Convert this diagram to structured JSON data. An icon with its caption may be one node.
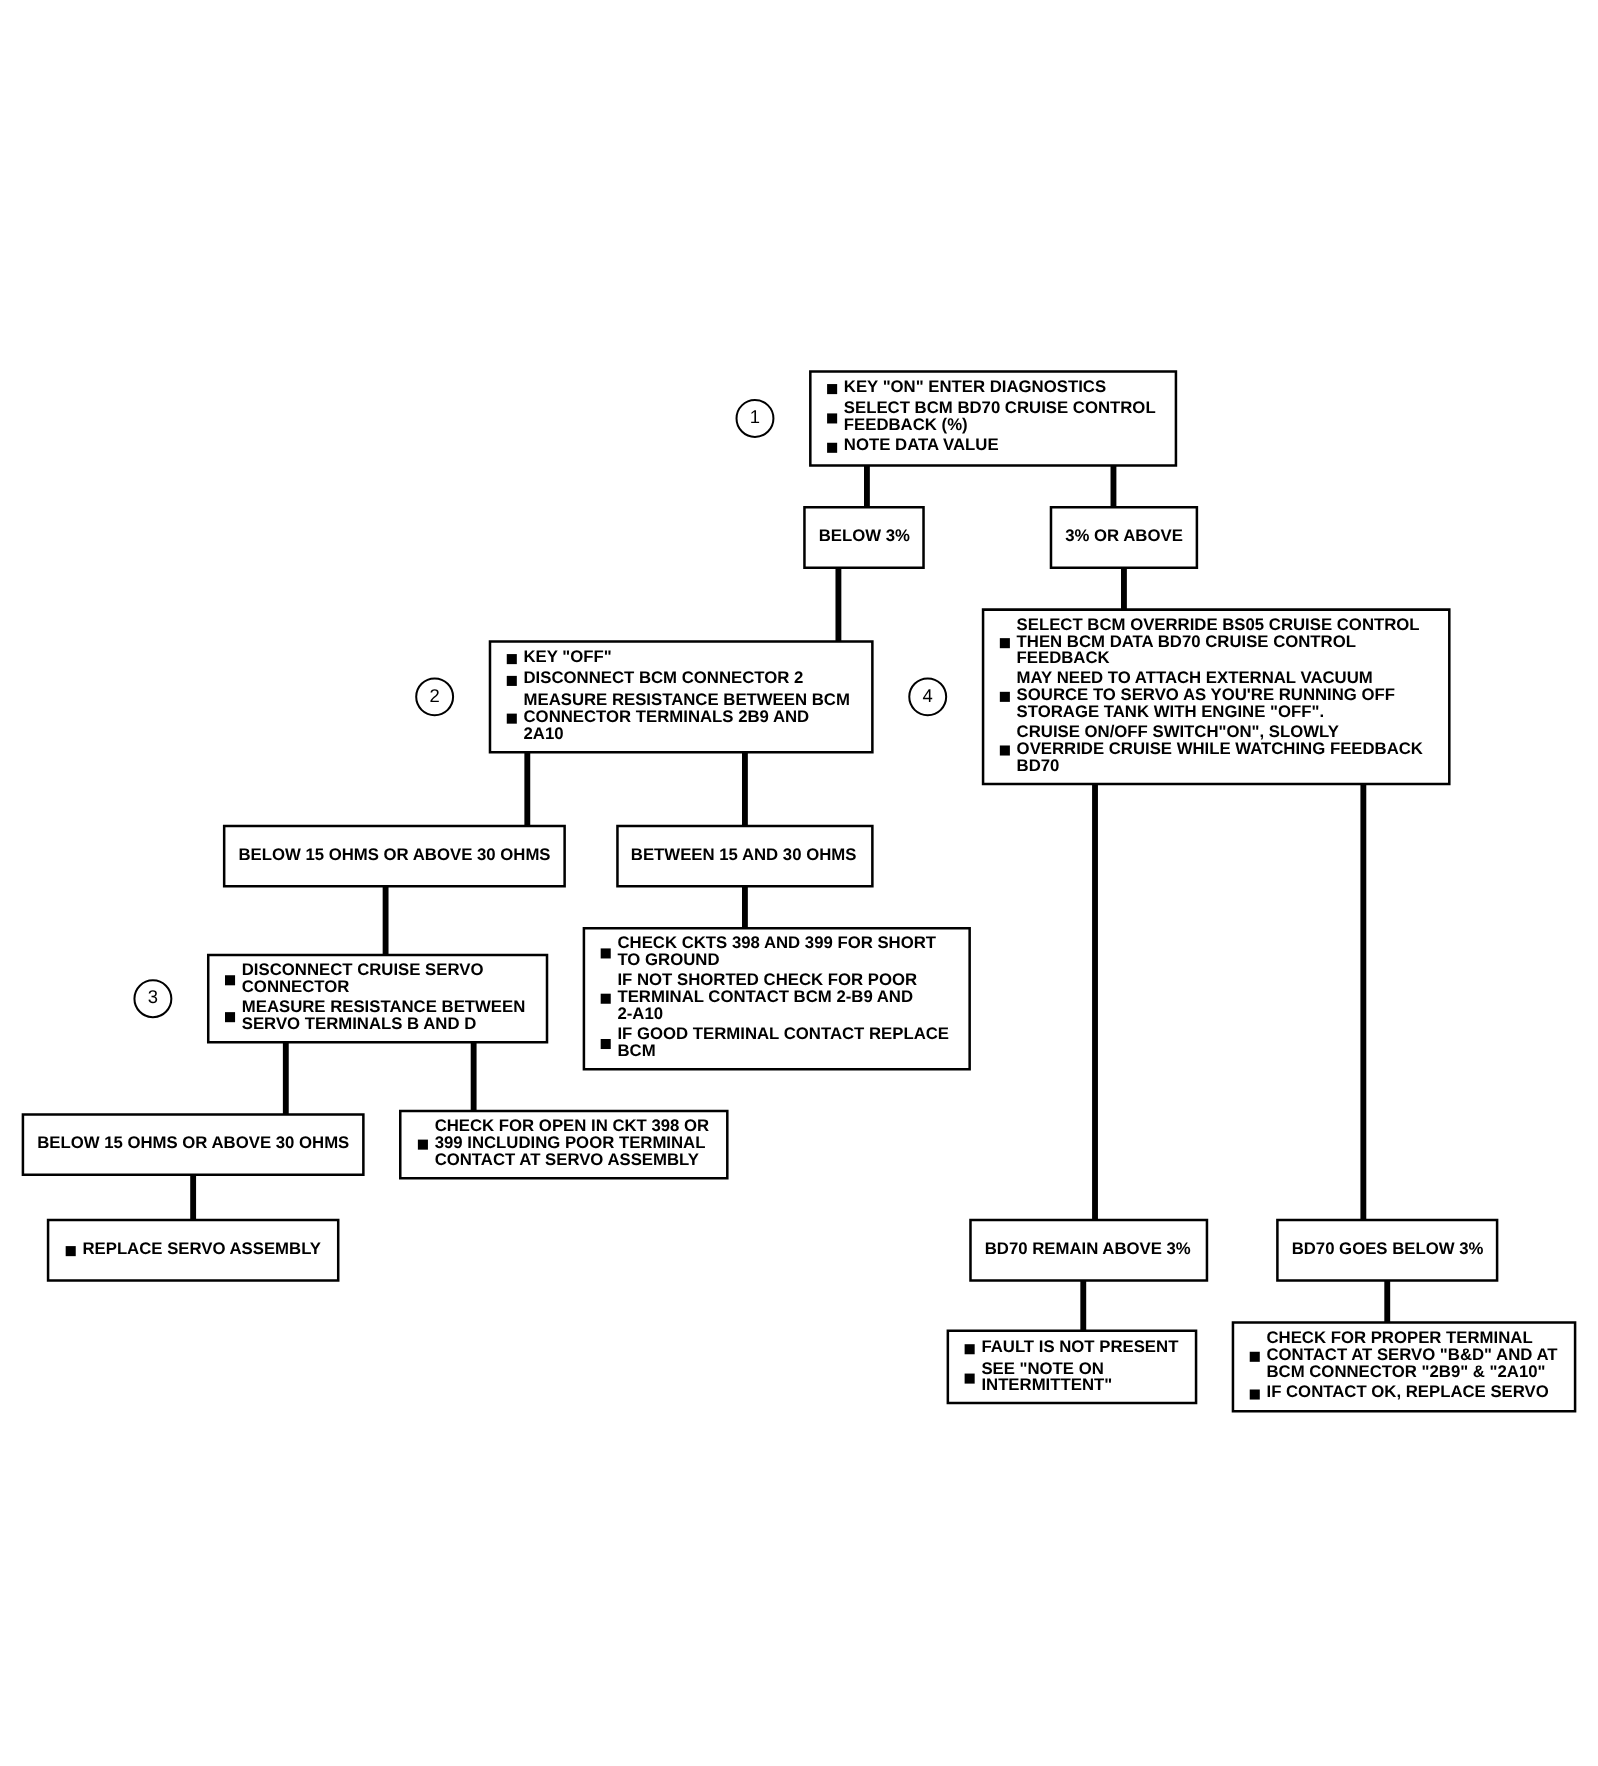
{
  "diagram": {
    "nodes": [
      {
        "text": [
          "KEY \"ON\" ENTER DIAGNOSTICS",
          "SELECT BCM BD70 CRUISE CONTROL FEEDBACK (%)",
          "NOTE DATA VALUE"
        ],
        "beside": [
          "1"
        ]
      },
      {
        "text": [
          "BELOW 3%"
        ]
      },
      {
        "text": [
          "3% OR ABOVE"
        ]
      },
      {
        "text": [
          "KEY \"OFF\"",
          "DISCONNECT BCM CONNECTOR 2",
          "MEASURE RESISTANCE BETWEEN BCM CONNECTOR TERMINALS 2B9 AND 2A10"
        ],
        "beside": [
          "2"
        ]
      },
      {
        "text": [
          "SELECT BCM OVERRIDE BS05 CRUISE CONTROL THEN BCM DATA BD70 CRUISE CONTROL FEEDBACK",
          "MAY NEED TO ATTACH EXTERNAL VACUUM SOURCE TO SERVO AS YOU'RE RUNNING OFF STORAGE TANK WITH ENGINE \"OFF\".",
          "CRUISE ON/OFF SWITCH\"ON\", SLOWLY OVERRIDE CRUISE WHILE WATCHING FEEDBACK BD70"
        ],
        "beside": [
          "4"
        ]
      },
      {
        "text": [
          "BELOW 15 OHMS OR ABOVE 30 OHMS"
        ]
      },
      {
        "text": [
          "BETWEEN 15 AND 30 OHMS"
        ]
      },
      {
        "text": [
          "DISCONNECT CRUISE SERVO CONNECTOR",
          "MEASURE RESISTANCE BETWEEN SERVO TERMINALS B AND D"
        ],
        "beside": [
          "3"
        ]
      },
      {
        "text": [
          "CHECK CKTS 398 AND 399 FOR SHORT TO GROUND",
          "IF NOT SHORTED CHECK FOR POOR TERMINAL CONTACT BCM 2-B9 AND 2-A10",
          "IF GOOD TERMINAL CONTACT REPLACE BCM"
        ]
      },
      {
        "text": [
          "BELOW 15 OHMS OR ABOVE 30 OHMS"
        ]
      },
      {
        "text": [
          "REPLACE SERVO ASSEMBLY"
        ]
      },
      {
        "text": [
          "CHECK FOR OPEN IN CKT 398 OR 399 INCLUDING POOR TERMINAL CONTACT AT SERVO ASSEMBLY"
        ]
      },
      {
        "text": [
          "BD70 REMAIN ABOVE 3%"
        ]
      },
      {
        "text": [
          "BD70 GOES BELOW 3%"
        ]
      },
      {
        "text": [
          "FAULT IS NOT PRESENT",
          "SEE \"NOTE ON INTERMITTENT\""
        ]
      },
      {
        "text": [
          "CHECK FOR PROPER TERMINAL CONTACT AT SERVO \"B&D\" AND AT BCM CONNECTOR \"2B9\" & \"2A10\"",
          "IF CONTACT OK, REPLACE SERVO"
        ]
      }
    ],
    "edges": [
      {
        "from": 0,
        "to": 1,
        "arrow": "none"
      },
      {
        "from": 0,
        "to": 2,
        "arrow": "none"
      },
      {
        "from": 1,
        "to": 3,
        "arrow": "none"
      },
      {
        "from": 2,
        "to": 4,
        "arrow": "none"
      },
      {
        "from": 3,
        "to": 5,
        "arrow": "none"
      },
      {
        "from": 3,
        "to": 6,
        "arrow": "none"
      },
      {
        "from": 5,
        "to": 7,
        "arrow": "none"
      },
      {
        "from": 6,
        "to": 8,
        "arrow": "none"
      },
      {
        "from": 7,
        "to": 9,
        "arrow": "none"
      },
      {
        "from": 7,
        "to": 11,
        "arrow": "none"
      },
      {
        "from": 9,
        "to": 10,
        "arrow": "none"
      },
      {
        "from": 4,
        "to": 12,
        "arrow": "none"
      },
      {
        "from": 4,
        "to": 13,
        "arrow": "none"
      },
      {
        "from": 12,
        "to": 14,
        "arrow": "none"
      },
      {
        "from": 13,
        "to": 15,
        "arrow": "none"
      }
    ]
  }
}
